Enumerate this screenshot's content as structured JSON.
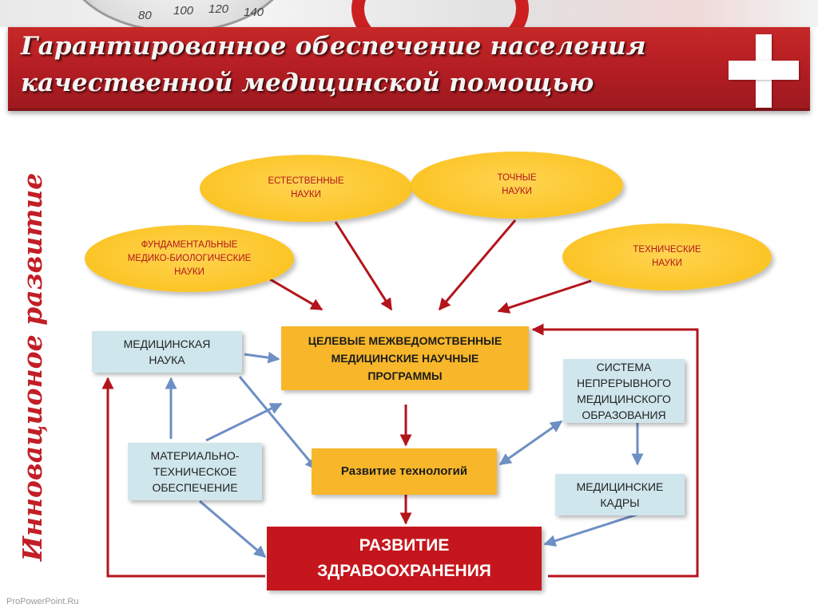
{
  "title": {
    "line1": "Гарантированное обеспечение населения",
    "line2": "качественной медицинской помощью"
  },
  "side_label": "Инновационое развитие",
  "gauge_numbers": [
    "80",
    "100",
    "120",
    "140"
  ],
  "ellipses": {
    "natural": "ЕСТЕСТВЕННЫЕ\nНАУКИ",
    "exact": "ТОЧНЫЕ\nНАУКИ",
    "fundamental": "ФУНДАМЕНТАЛЬНЫЕ\nМЕДИКО-БИОЛОГИЧЕСКИЕ\nНАУКИ",
    "technical": "ТЕХНИЧЕСКИЕ\nНАУКИ"
  },
  "boxes": {
    "programs": "ЦЕЛЕВЫЕ МЕЖВЕДОМСТВЕННЫЕ\nМЕДИЦИНСКИЕ НАУЧНЫЕ\nПРОГРАММЫ",
    "medical_science": "МЕДИЦИНСКАЯ\nНАУКА",
    "continuous_education": "СИСТЕМА\nНЕПРЕРЫВНОГО\nМЕДИЦИНСКОГО\nОБРАЗОВАНИЯ",
    "material_support": "МАТЕРИАЛЬНО-\nТЕХНИЧЕСКОЕ\nОБЕСПЕЧЕНИЕ",
    "tech_development": "Развитие технологий",
    "medical_staff": "МЕДИЦИНСКИЕ\nКАДРЫ",
    "healthcare_development": "РАЗВИТИЕ\nЗДРАВООХРАНЕНИЯ"
  },
  "footer": "ProPowerPoint.Ru",
  "colors": {
    "title_red": "#b21d23",
    "ellipse_yellow": "#fcc527",
    "box_blue": "#cfe6ec",
    "box_orange": "#f8b72a",
    "box_red": "#c4161c",
    "arrow_red": "#b3141c",
    "arrow_blue": "#6d8fc4"
  }
}
